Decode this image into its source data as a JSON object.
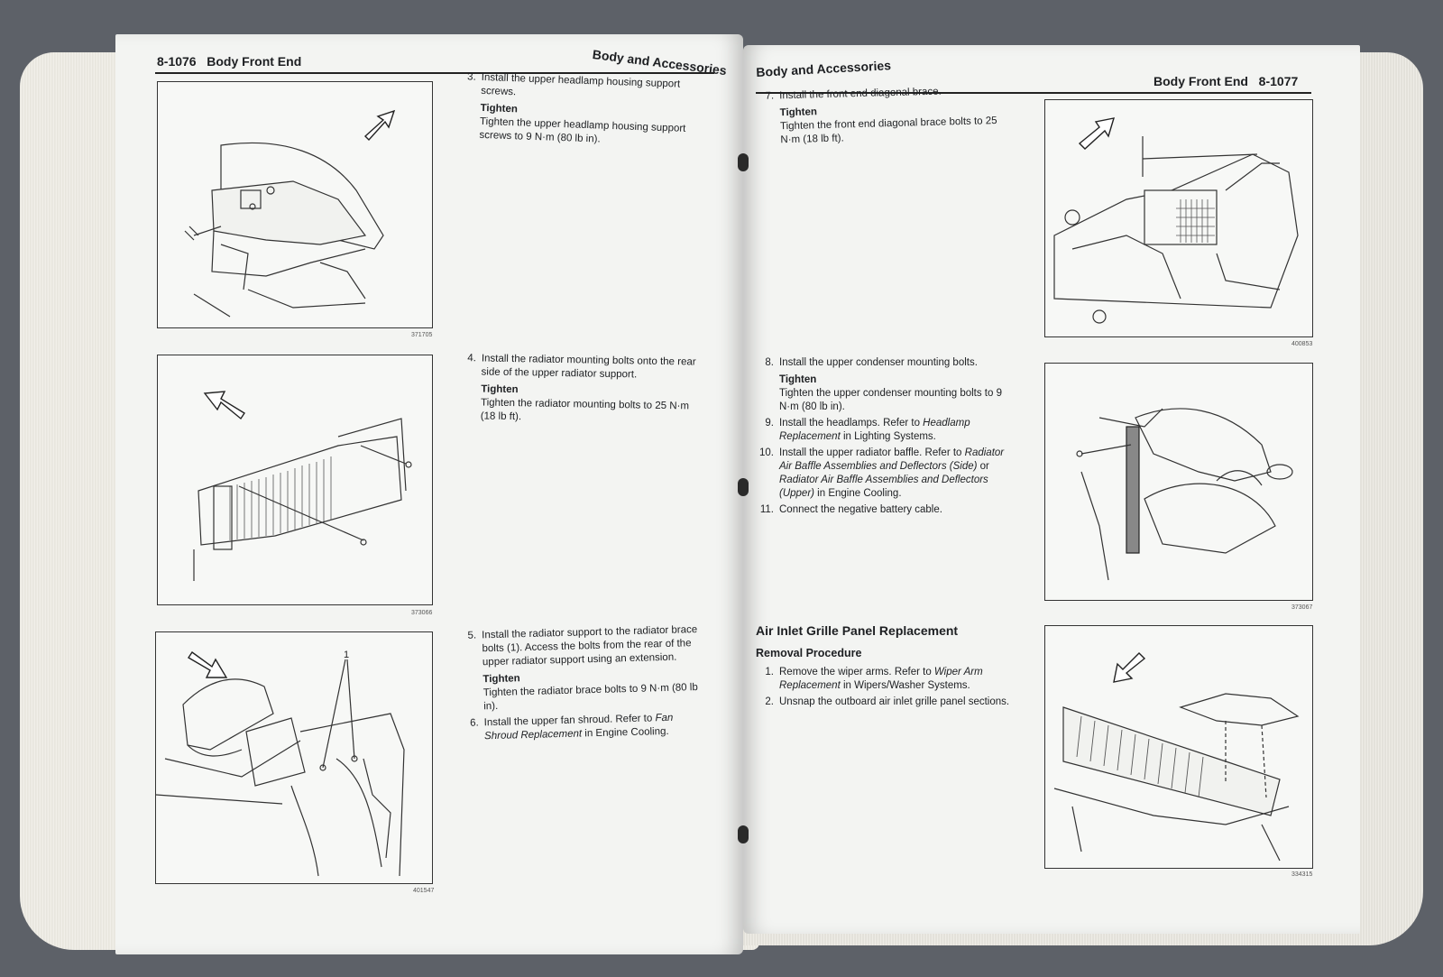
{
  "left_page": {
    "page_number": "8-1076",
    "header_title": "Body Front End",
    "header_section": "Body and Accessories",
    "figures": [
      {
        "id": "371705"
      },
      {
        "id": "373066"
      },
      {
        "id": "401547",
        "callout": "1"
      }
    ],
    "step3": {
      "num": "3.",
      "text": "Install the upper headlamp housing support screws.",
      "tighten_label": "Tighten",
      "tighten_text": "Tighten the upper headlamp housing support screws to 9 N·m (80 lb in)."
    },
    "step4": {
      "num": "4.",
      "text": "Install the radiator mounting bolts onto the rear side of the upper radiator support.",
      "tighten_label": "Tighten",
      "tighten_text": "Tighten the radiator mounting bolts to 25 N·m (18 lb ft)."
    },
    "step5": {
      "num": "5.",
      "text": "Install the radiator support to the radiator brace bolts (1). Access the bolts from the rear of the upper radiator support using an extension.",
      "tighten_label": "Tighten",
      "tighten_text": "Tighten the radiator brace bolts to 9 N·m (80 lb in)."
    },
    "step6": {
      "num": "6.",
      "text_pre": "Install the upper fan shroud. Refer to ",
      "ref": "Fan Shroud Replacement",
      "text_post": " in Engine Cooling."
    }
  },
  "right_page": {
    "page_number": "8-1077",
    "header_title": "Body Front End",
    "header_section": "Body and Accessories",
    "figures": [
      {
        "id": "400853"
      },
      {
        "id": "373067"
      },
      {
        "id": "334315"
      }
    ],
    "step7": {
      "num": "7.",
      "text": "Install the front end diagonal brace.",
      "tighten_label": "Tighten",
      "tighten_text": "Tighten the front end diagonal brace bolts to 25 N·m (18 lb ft)."
    },
    "step8": {
      "num": "8.",
      "text": "Install the upper condenser mounting bolts.",
      "tighten_label": "Tighten",
      "tighten_text": "Tighten the upper condenser mounting bolts to 9 N·m (80 lb in)."
    },
    "step9": {
      "num": "9.",
      "text_pre": "Install the headlamps. Refer to ",
      "ref": "Headlamp Replacement",
      "text_post": " in Lighting Systems."
    },
    "step10": {
      "num": "10.",
      "text_pre": "Install the upper radiator baffle. Refer to ",
      "ref1": "Radiator Air Baffle Assemblies and Deflectors (Side)",
      "mid": " or ",
      "ref2": "Radiator Air Baffle Assemblies and Deflectors (Upper)",
      "text_post": " in Engine Cooling."
    },
    "step11": {
      "num": "11.",
      "text": "Connect the negative battery cable."
    },
    "section_title": "Air Inlet Grille Panel Replacement",
    "subsection_title": "Removal Procedure",
    "removal1": {
      "num": "1.",
      "text_pre": "Remove the wiper arms. Refer to ",
      "ref": "Wiper Arm Replacement",
      "text_post": " in Wipers/Washer Systems."
    },
    "removal2": {
      "num": "2.",
      "text": "Unsnap the outboard air inlet grille panel sections."
    }
  }
}
